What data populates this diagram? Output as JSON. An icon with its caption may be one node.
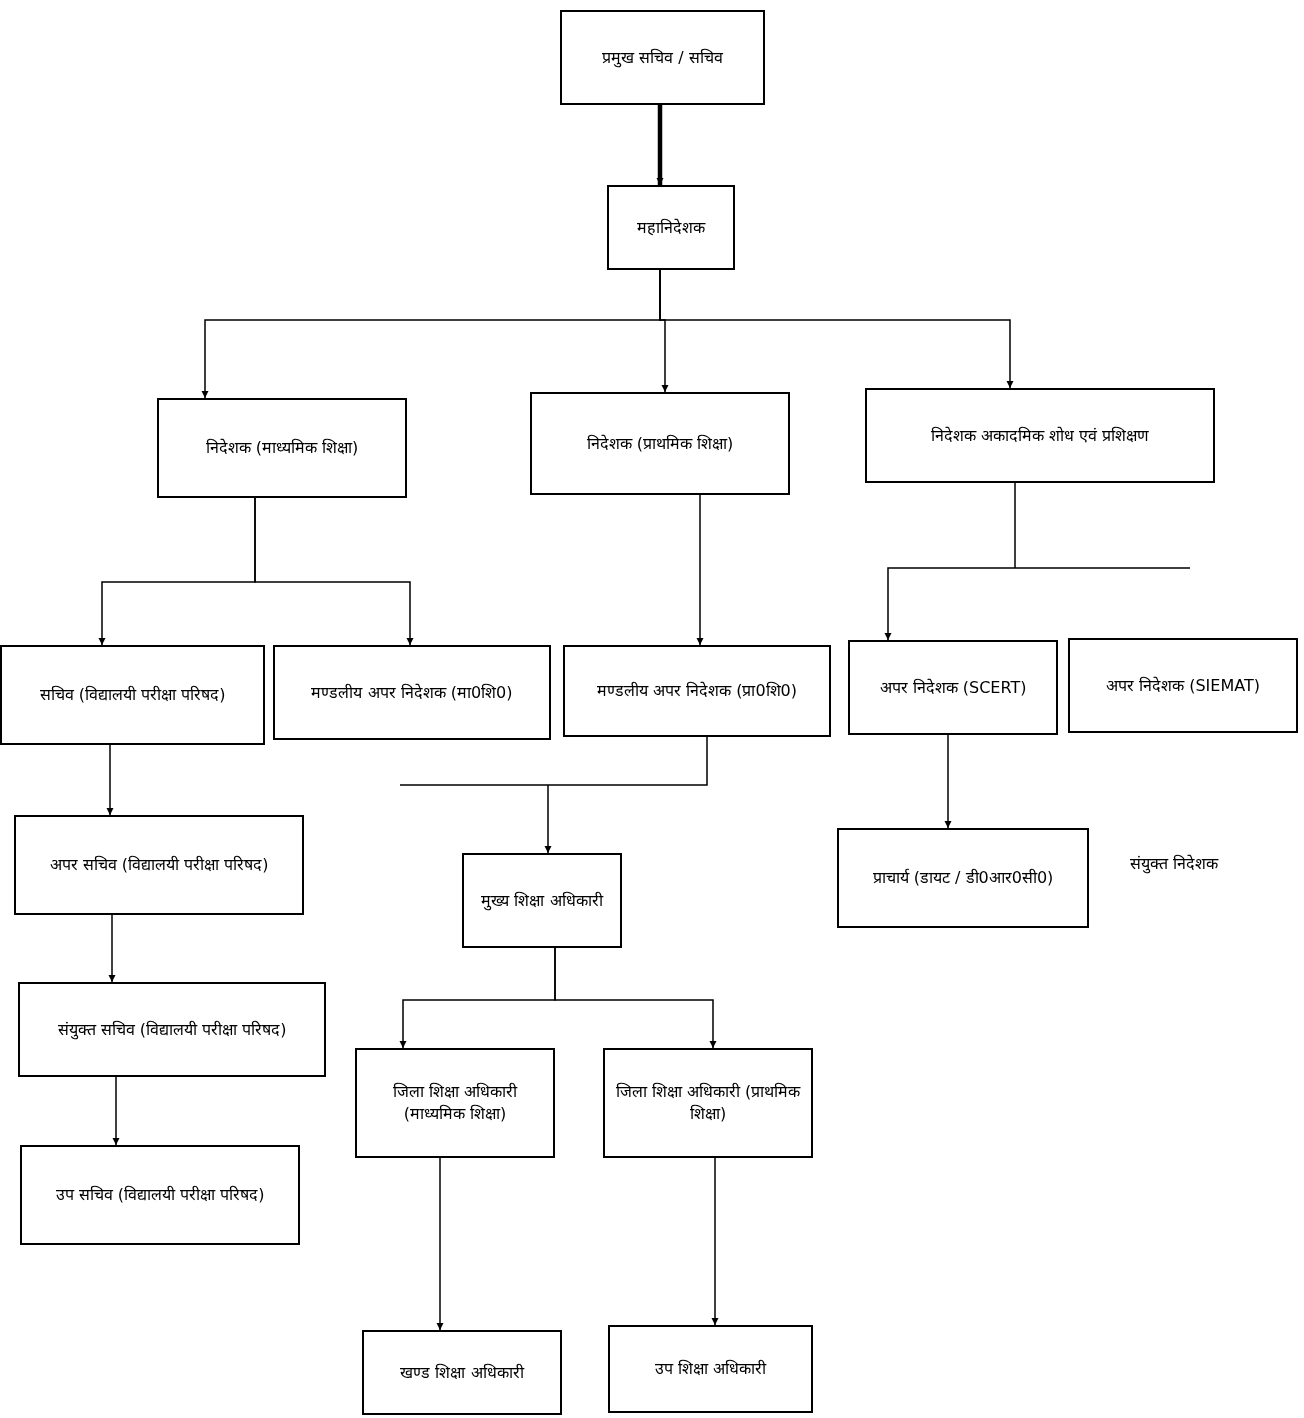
{
  "diagram": {
    "nodes": [
      {
        "text": [
          "प्रमुख सचिव / सचिव"
        ]
      },
      {
        "text": [
          "महानिदेशक"
        ]
      },
      {
        "text": [
          "निदेशक (माध्यमिक शिक्षा)"
        ]
      },
      {
        "text": [
          "निदेशक (प्राथमिक शिक्षा)"
        ]
      },
      {
        "text": [
          "निदेशक अकादमिक शोध एवं प्रशिक्षण"
        ]
      },
      {
        "text": [
          "सचिव (विद्यालयी परीक्षा परिषद)"
        ]
      },
      {
        "text": [
          "मण्डलीय अपर निदेशक (मा0शि0)"
        ]
      },
      {
        "text": [
          "मण्डलीय अपर निदेशक (प्रा0शि0)"
        ]
      },
      {
        "text": [
          "अपर निदेशक (SCERT)"
        ]
      },
      {
        "text": [
          "अपर निदेशक (SIEMAT)"
        ]
      },
      {
        "text": [
          "अपर सचिव (विद्यालयी परीक्षा परिषद)"
        ]
      },
      {
        "text": [
          "मुख्य शिक्षा अधिकारी"
        ]
      },
      {
        "text": [
          "प्राचार्य (डायट / डी0आर0सी0)"
        ]
      },
      {
        "text": [
          "संयुक्त सचिव (विद्यालयी परीक्षा परिषद)"
        ]
      },
      {
        "text": [
          "उप सचिव (विद्यालयी परीक्षा परिषद)"
        ]
      },
      {
        "text": [
          "जिला शिक्षा अधिकारी (माध्यमिक शिक्षा)"
        ]
      },
      {
        "text": [
          "जिला शिक्षा अधिकारी (प्राथमिक शिक्षा)"
        ]
      },
      {
        "text": [
          "खण्ड शिक्षा अधिकारी"
        ]
      },
      {
        "text": [
          "उप शिक्षा अधिकारी"
        ]
      }
    ],
    "edges": [
      {
        "from": 0,
        "to": 1,
        "arrow": "to",
        "style": "thick"
      },
      {
        "from": 1,
        "to": 2,
        "arrow": "to"
      },
      {
        "from": 1,
        "to": 3,
        "arrow": "to"
      },
      {
        "from": 1,
        "to": 4,
        "arrow": "to"
      },
      {
        "from": 2,
        "to": 5,
        "arrow": "to"
      },
      {
        "from": 2,
        "to": 6,
        "arrow": "to"
      },
      {
        "from": 3,
        "to": 7,
        "arrow": "to"
      },
      {
        "from": 4,
        "to": 8,
        "arrow": "to"
      },
      {
        "from": 5,
        "to": 10,
        "arrow": "to"
      },
      {
        "from": 7,
        "to": 11,
        "arrow": "to"
      },
      {
        "from": 8,
        "to": 12,
        "arrow": "to"
      },
      {
        "from": 10,
        "to": 13,
        "arrow": "to"
      },
      {
        "from": 13,
        "to": 14,
        "arrow": "to"
      },
      {
        "from": 11,
        "to": 15,
        "arrow": "to"
      },
      {
        "from": 11,
        "to": 16,
        "arrow": "to"
      },
      {
        "from": 15,
        "to": 17,
        "arrow": "to"
      },
      {
        "from": 16,
        "to": 18,
        "arrow": "to"
      }
    ],
    "labels": [
      "संयुक्त निदेशक"
    ]
  }
}
